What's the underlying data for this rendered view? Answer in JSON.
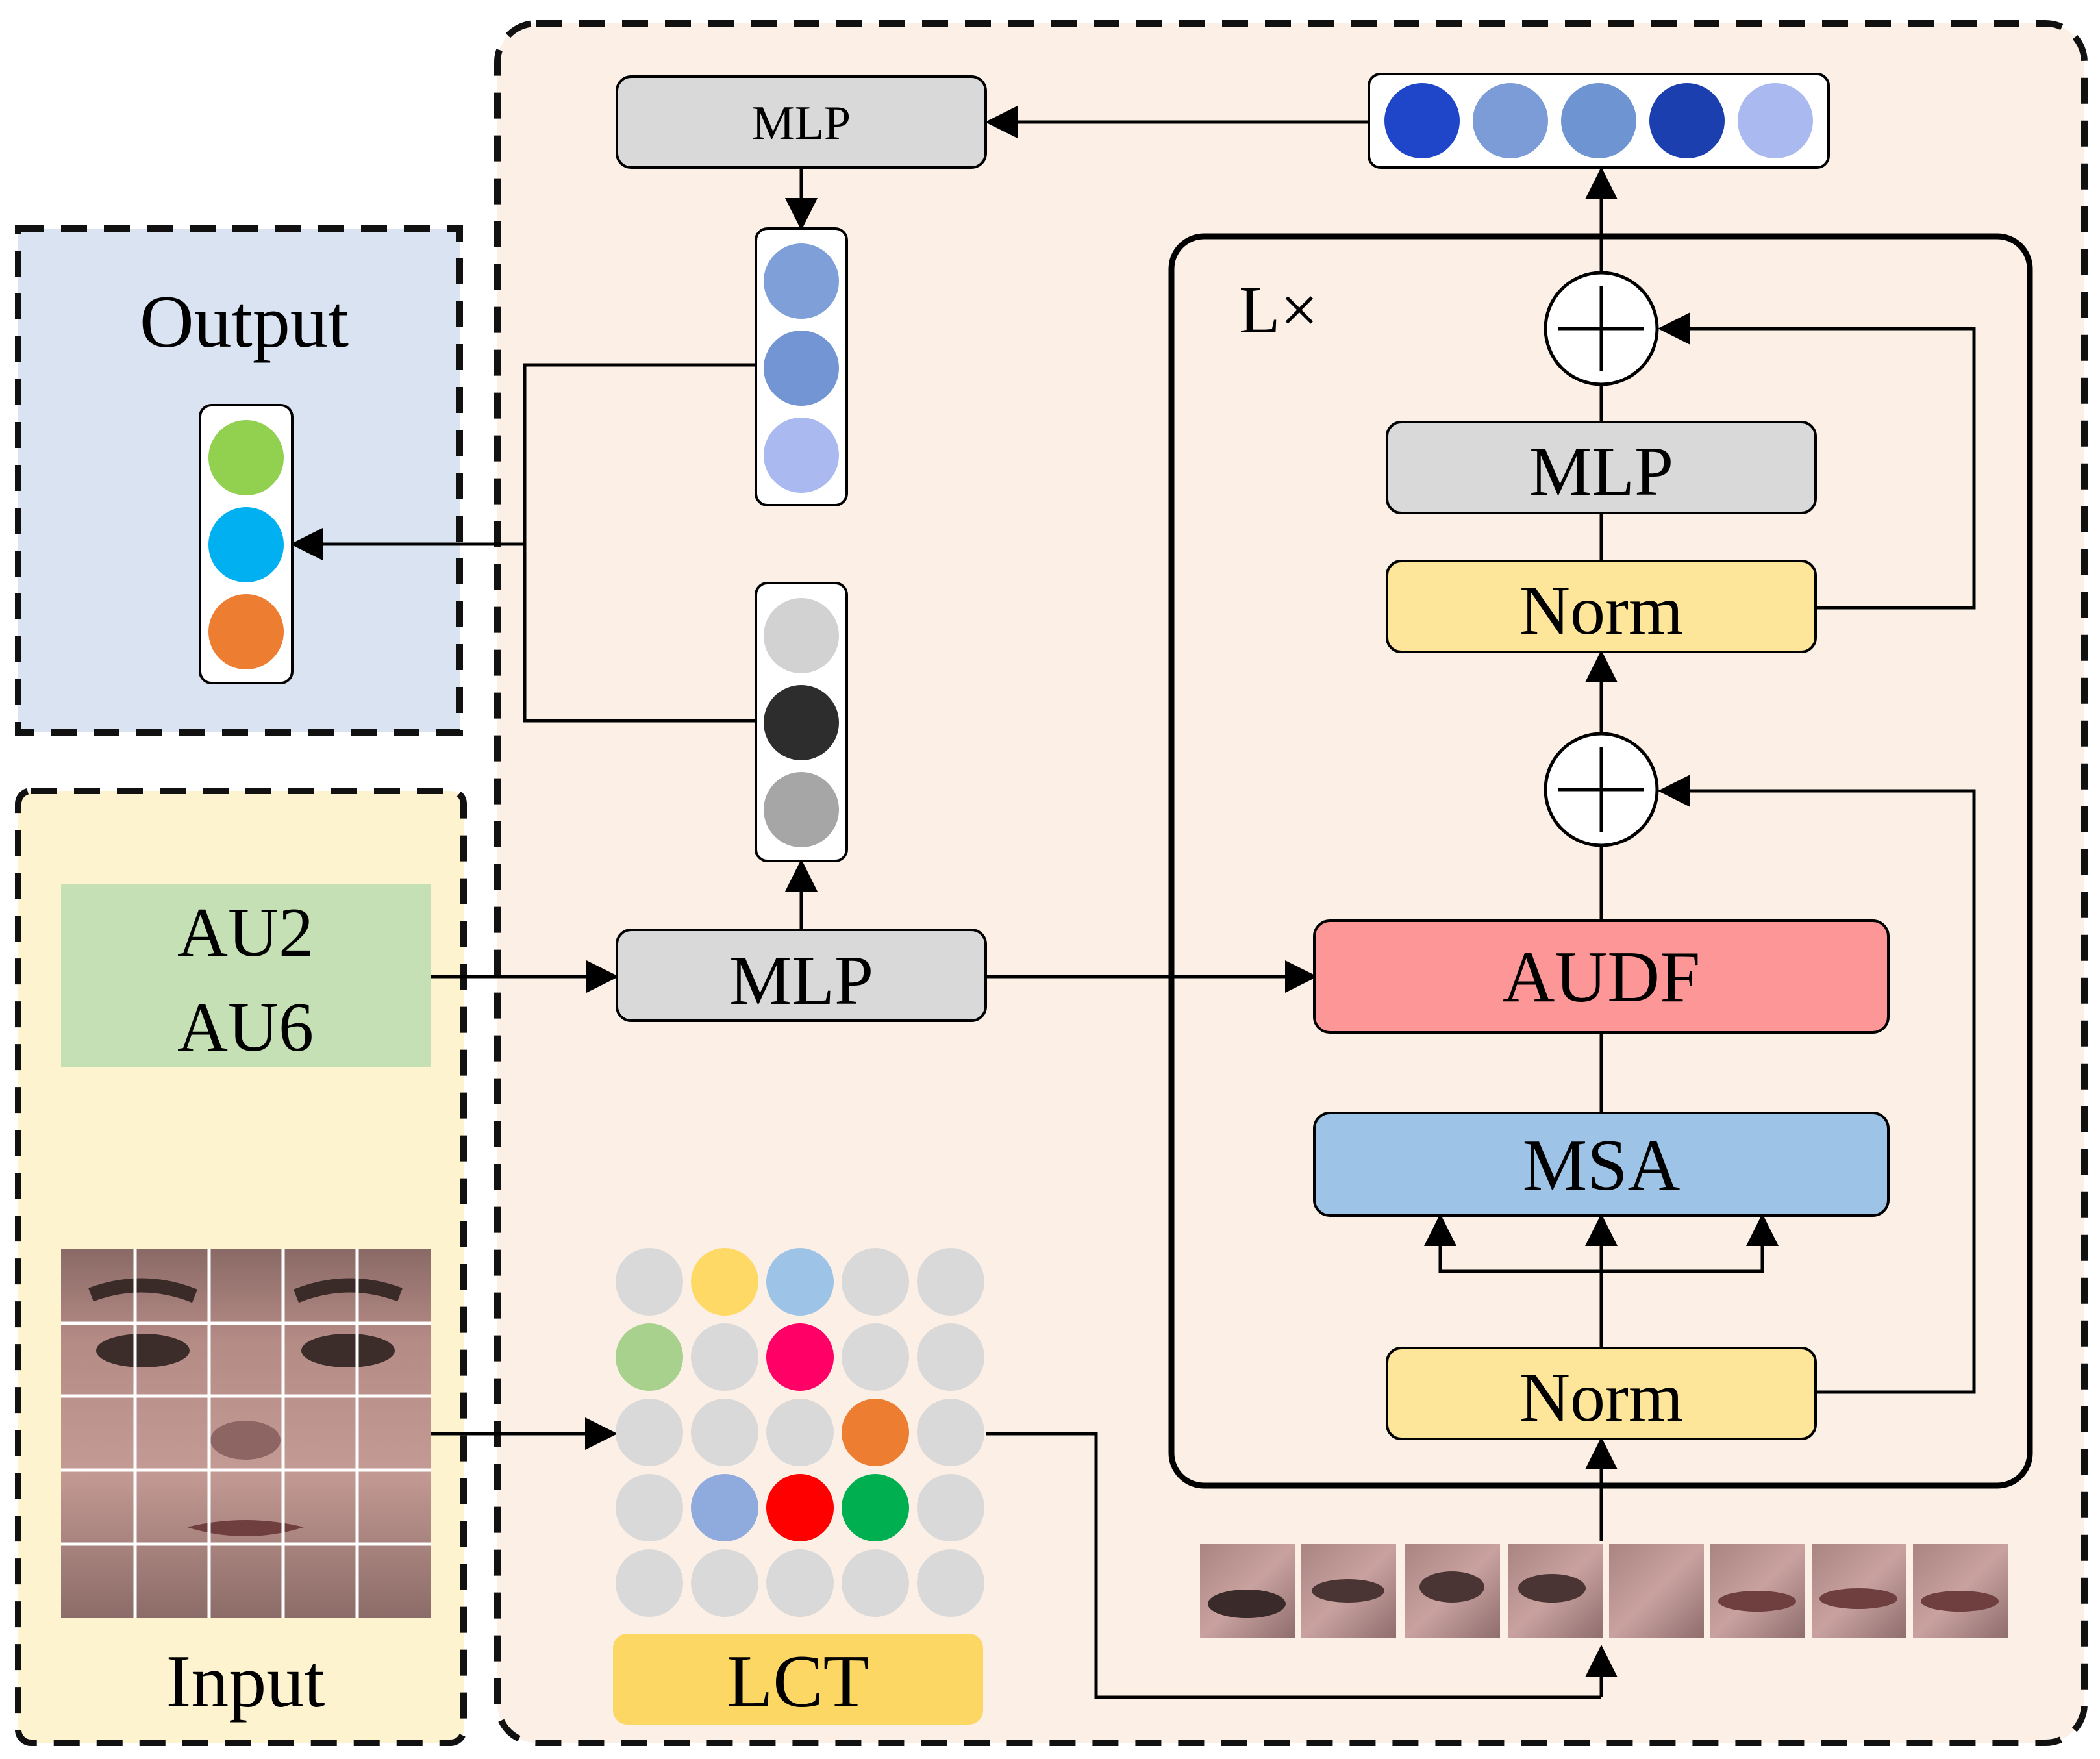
{
  "labels": {
    "output": "Output",
    "input": "Input",
    "au_line1": "AU2",
    "au_line2": "AU6",
    "mlp_top": "MLP",
    "mlp_mid": "MLP",
    "mlp_transformer": "MLP",
    "norm_top": "Norm",
    "norm_bottom": "Norm",
    "audf": "AUDF",
    "msa": "MSA",
    "lct": "LCT",
    "repeat": "L×"
  },
  "colors": {
    "panel_main": "#fbefe6",
    "panel_output": "#dae3f2",
    "panel_input": "#fdf3cf",
    "au_box": "#c5e0b4",
    "mlp_box": "#d9d9d9",
    "norm_box": "#fde699",
    "audf_box": "#fd9797",
    "msa_box": "#9dc3e6",
    "lct_box": "#fdd764"
  },
  "token_vectors": {
    "top_row": [
      "#1f46c8",
      "#7b9cd6",
      "#6f94d2",
      "#1c3fb0",
      "#aab9ef"
    ],
    "mid_upper": [
      "#7f9fd8",
      "#7395d4",
      "#aab9ef"
    ],
    "mid_lower": [
      "#d2d2d2",
      "#2d2d2d",
      "#a6a6a6"
    ],
    "output": [
      "#92d050",
      "#00b0f0",
      "#ed7d31"
    ]
  },
  "lct_grid": [
    [
      "#d9d9d9",
      "#ffd966",
      "#9dc3e6",
      "#d9d9d9",
      "#d9d9d9"
    ],
    [
      "#a9d18e",
      "#d9d9d9",
      "#ff0066",
      "#d9d9d9",
      "#d9d9d9"
    ],
    [
      "#d9d9d9",
      "#d9d9d9",
      "#d9d9d9",
      "#ed7d31",
      "#d9d9d9"
    ],
    [
      "#d9d9d9",
      "#8faadc",
      "#ff0000",
      "#00b050",
      "#d9d9d9"
    ],
    [
      "#d9d9d9",
      "#d9d9d9",
      "#d9d9d9",
      "#d9d9d9",
      "#d9d9d9"
    ]
  ]
}
